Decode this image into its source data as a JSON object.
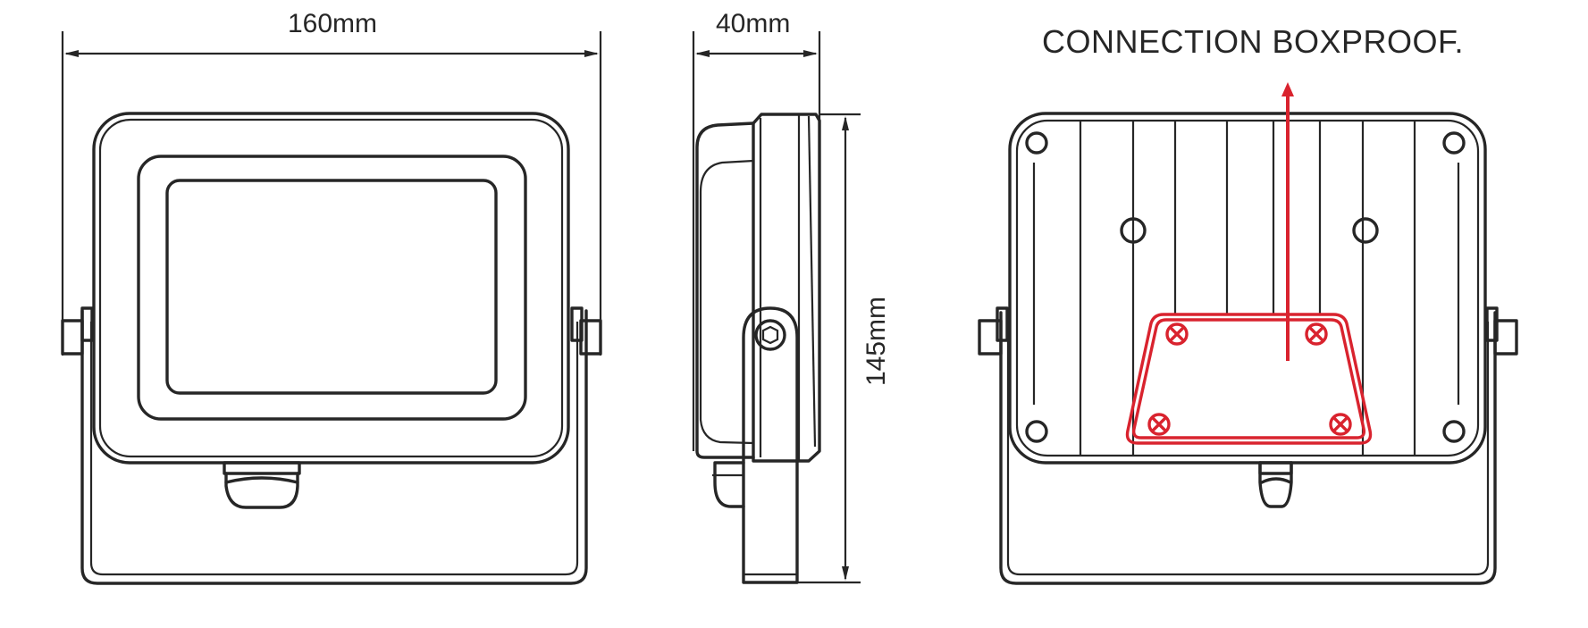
{
  "diagram": {
    "subject": "LED floodlight dimensional drawing",
    "views": [
      {
        "id": "front",
        "label": "front view"
      },
      {
        "id": "side",
        "label": "side view"
      },
      {
        "id": "back",
        "label": "rear view"
      }
    ],
    "dimensions": {
      "width_label": "160mm",
      "depth_label": "40mm",
      "height_label": "145mm"
    },
    "annotation": {
      "text": "CONNECTION BOXPROOF.",
      "highlight_color": "#d9232e"
    },
    "line_color": "#262626",
    "background": "#ffffff"
  }
}
